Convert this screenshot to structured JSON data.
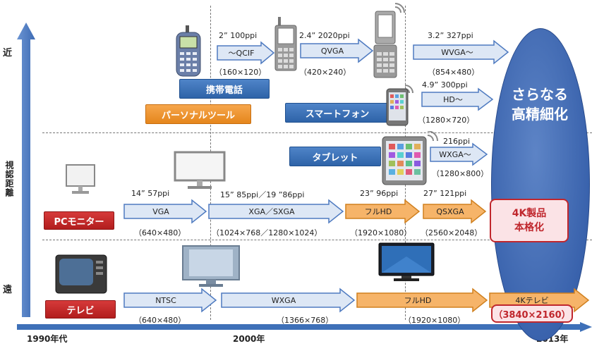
{
  "axis": {
    "vertical": {
      "top": "近",
      "middle": "視認距離",
      "bottom": "遠"
    },
    "horizontal": {
      "start": "1990年代",
      "mid": "2000年",
      "end": "2013年"
    }
  },
  "categories": {
    "mobile": "携帯電話",
    "personal_tool": "パーソナルツール",
    "smartphone": "スマートフォン",
    "tablet": "タブレット",
    "pc_monitor": "PCモニター",
    "tv": "テレビ"
  },
  "mobile_row": {
    "a1": {
      "spec": "2” 100ppi",
      "label": "〜QCIF",
      "res": "（160×120）"
    },
    "a2": {
      "spec": "2.4” 2020ppi",
      "label": "QVGA",
      "res": "（420×240）"
    },
    "a3": {
      "spec": "3.2” 327ppi",
      "label": "WVGA〜",
      "res": "（854×480）"
    }
  },
  "smartphone_row": {
    "spec": "4.9” 300ppi",
    "label": "HD〜",
    "res": "（1280×720）"
  },
  "tablet_row": {
    "spec": "216ppi",
    "label": "WXGA〜",
    "res": "（1280×800）"
  },
  "pc_row": {
    "a1": {
      "spec": "14” 57ppi",
      "label": "VGA",
      "res": "（640×480）"
    },
    "a2": {
      "spec": "15” 85ppi／19 ”86ppi",
      "label": "XGA／SXGA",
      "res": "（1024×768／1280×1024）"
    },
    "a3": {
      "spec": "23” 96ppi",
      "label": "フルHD",
      "res": "（1920×1080）"
    },
    "a4": {
      "spec": "27” 121ppi",
      "label": "QSXGA",
      "res": "（2560×2048）"
    },
    "result": "4K製品\n本格化"
  },
  "tv_row": {
    "a1": {
      "label": "NTSC",
      "res": "（640×480）"
    },
    "a2": {
      "label": "WXGA",
      "res": "（1366×768）"
    },
    "a3": {
      "label": "フルHD",
      "res": "（1920×1080）"
    },
    "a4": {
      "label": "4Kテレビ",
      "res": "（3840×2160）"
    }
  },
  "ellipse": {
    "line1": "さらなる",
    "line2": "高精細化"
  },
  "colors": {
    "blue": "#3e70b8",
    "orange": "#f2a24a",
    "light_blue_fill": "#dde7f5",
    "red": "#c0272d"
  }
}
